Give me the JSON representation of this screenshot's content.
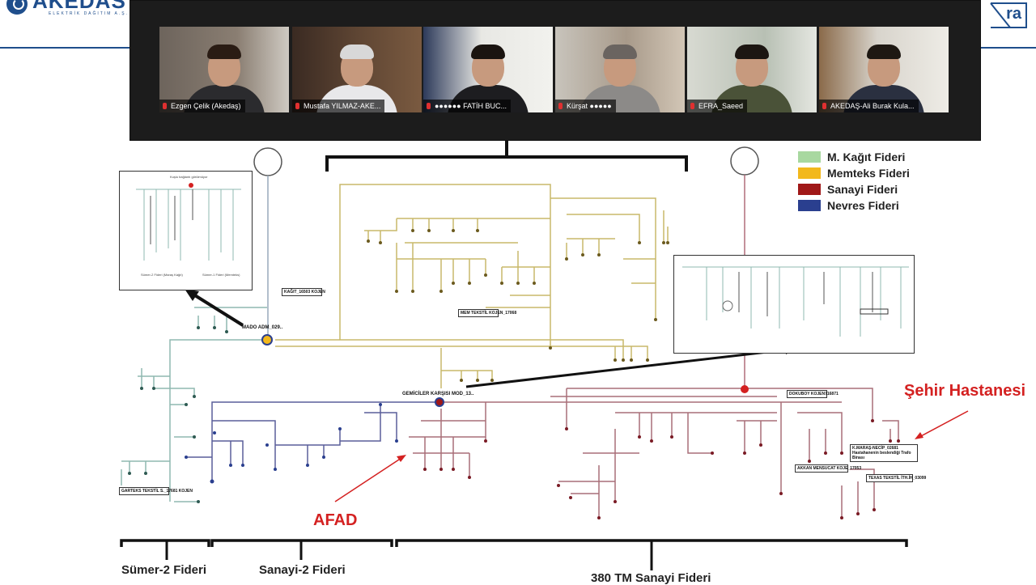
{
  "logos": {
    "left_text": "AKEDAS",
    "left_sub": "ELEKTRİK DAĞITIM A.Ş.",
    "right_text": "ra"
  },
  "participants": [
    {
      "name": "Ezgen Çelik (Akedaş)"
    },
    {
      "name": "Mustafa YILMAZ-AKE..."
    },
    {
      "name": "●●●●●● FATİH BUC..."
    },
    {
      "name": "Kürşat ●●●●●"
    },
    {
      "name": "EFRA_Saeed"
    },
    {
      "name": "AKEDAŞ-Ali Burak Kula..."
    }
  ],
  "legend": [
    {
      "label": "M. Kağıt Fideri",
      "color": "#a8d8a0"
    },
    {
      "label": "Memteks Fideri",
      "color": "#f2b81c"
    },
    {
      "label": "Sanayi Fideri",
      "color": "#a01818"
    },
    {
      "label": "Nevres Fideri",
      "color": "#2a3f8f"
    }
  ],
  "node_labels": {
    "mado": "MADO ADM_029..",
    "gemiciler": "GEMİCİLER KARŞISI MOD_13..",
    "kagit_box": "KAĞIT_16503 KOJEN",
    "mem_box": "MEM TEKSTİL KOJEN_17068",
    "dokubo_box": "DOKUBOY KOJEN716871",
    "kmaras_box": "K.MARAŞ-NECİP_02681 Hastahanenin beslendiği Trafo Binası",
    "akkan_box": "AKKAN MENSUCAT KOJE_17053",
    "texas_box": "TEXAS TEKSTİL İTH.İH_03099",
    "gartek_box": "GARTEKS TEKSTİL S._17681 KOJEN"
  },
  "inset_left": {
    "header": "Kuşlu bağlantı görülmüyor",
    "caption_left": "Sümer-2 Fideri (Maraş Kağıt)",
    "caption_right": "Sümer-1 Fideri (Memteks)"
  },
  "annotations": {
    "sehir": "Şehir Hastanesi",
    "afad": "AFAD"
  },
  "fider_labels": {
    "sumer2": "Sümer-2 Fideri",
    "sanayi2": "Sanayi-2 Fideri",
    "tm380": "380 TM Sanayi Fideri"
  }
}
